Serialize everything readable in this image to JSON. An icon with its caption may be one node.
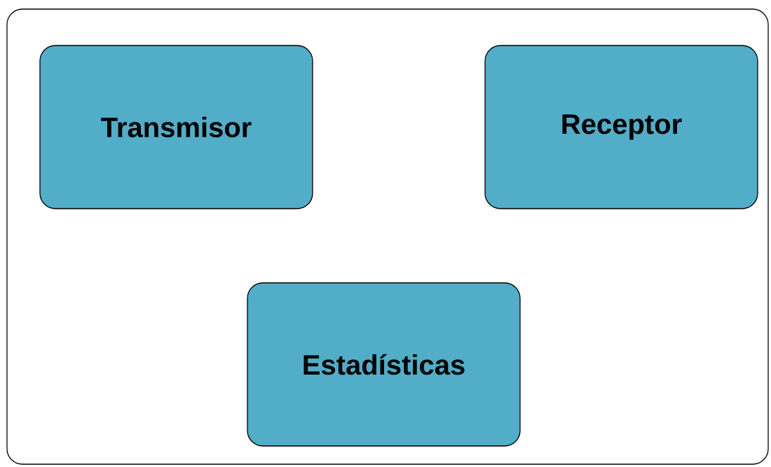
{
  "diagram": {
    "nodes": [
      {
        "text": [],
        "shape": "box"
      },
      {
        "text": [
          "Transmisor"
        ],
        "in": 0
      },
      {
        "text": [
          "Receptor"
        ],
        "in": 0
      },
      {
        "text": [
          "Estadísticas"
        ],
        "in": 0
      }
    ]
  }
}
